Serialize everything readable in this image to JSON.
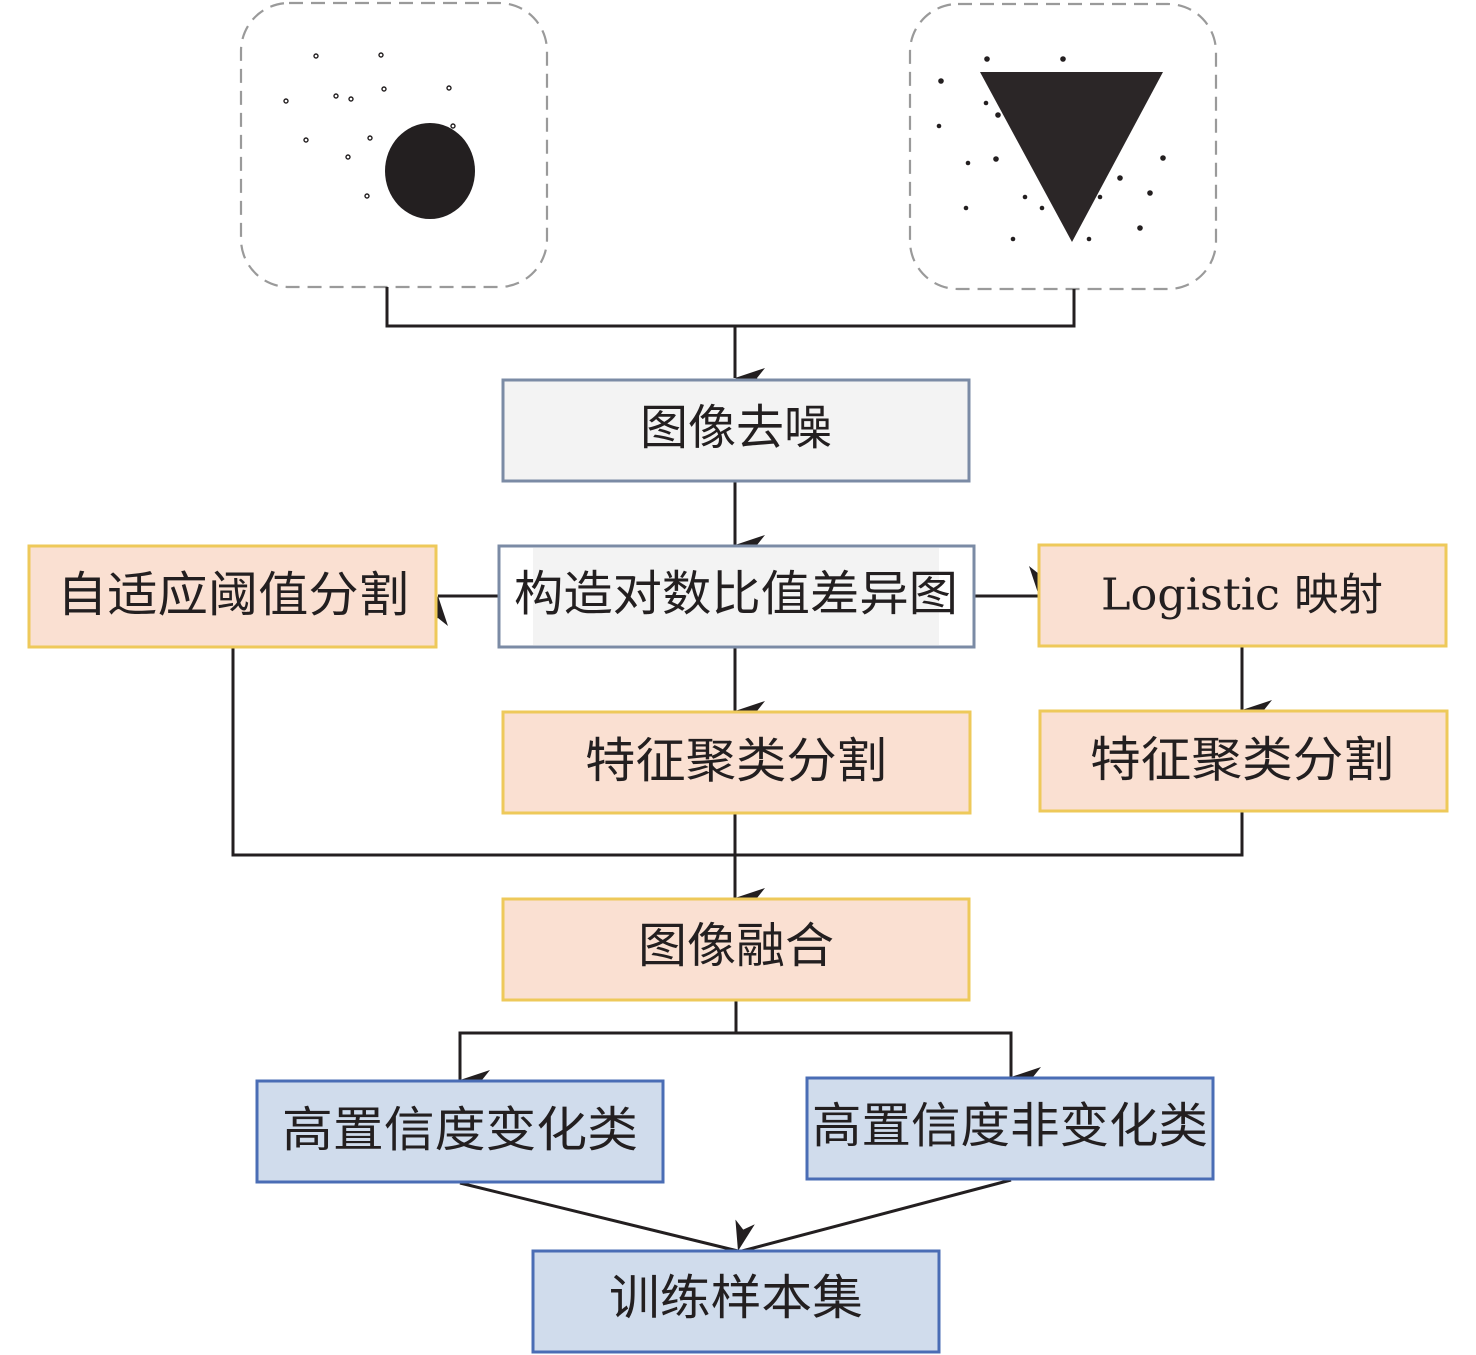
{
  "diagram": {
    "title": "",
    "inputs": [
      {
        "id": "input-image-1",
        "shape": "circle",
        "description": "noisy image with dark circle and hollow noise dots"
      },
      {
        "id": "input-image-2",
        "shape": "inverted-triangle",
        "description": "noisy image with dark inverted triangle and solid noise dots"
      }
    ],
    "nodes": {
      "denoise": "图像去噪",
      "log_ratio": "构造对数比值差异图",
      "adaptive_threshold": "自适应阈值分割",
      "logistic": "Logistic 映射",
      "cluster_middle": "特征聚类分割",
      "cluster_right": "特征聚类分割",
      "fusion": "图像融合",
      "high_conf_change": "高置信度变化类",
      "high_conf_nochange": "高置信度非变化类",
      "training_set": "训练样本集"
    },
    "edges": [
      [
        "input-image-1",
        "denoise"
      ],
      [
        "input-image-2",
        "denoise"
      ],
      [
        "denoise",
        "log_ratio"
      ],
      [
        "log_ratio",
        "adaptive_threshold"
      ],
      [
        "log_ratio",
        "logistic"
      ],
      [
        "log_ratio",
        "cluster_middle"
      ],
      [
        "logistic",
        "cluster_right"
      ],
      [
        "adaptive_threshold",
        "fusion"
      ],
      [
        "cluster_middle",
        "fusion"
      ],
      [
        "cluster_right",
        "fusion"
      ],
      [
        "fusion",
        "high_conf_change"
      ],
      [
        "fusion",
        "high_conf_nochange"
      ],
      [
        "high_conf_change",
        "training_set"
      ],
      [
        "high_conf_nochange",
        "training_set"
      ]
    ],
    "colors": {
      "gray_fill": "#f3f3f3",
      "gray_border": "#7b8ba5",
      "orange_fill": "#fae0d2",
      "orange_border": "#eec95a",
      "blue_fill": "#d0dcec",
      "blue_border": "#4a6db5",
      "ink": "#231f20"
    }
  }
}
